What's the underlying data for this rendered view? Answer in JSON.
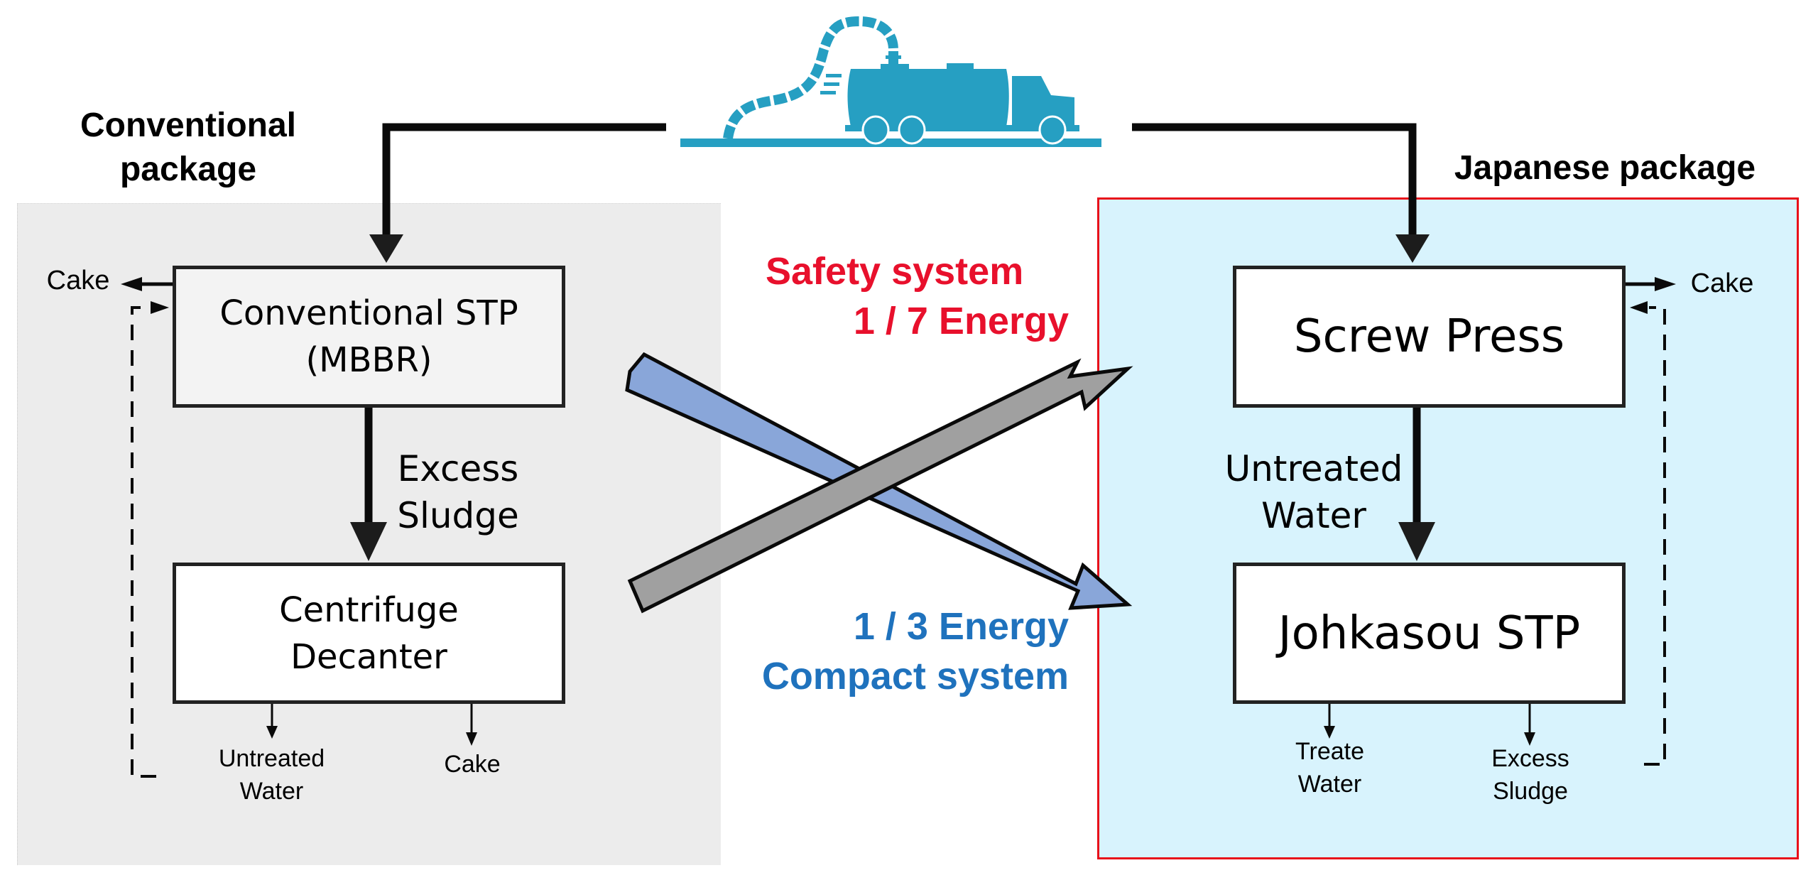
{
  "diagram": {
    "source": {
      "icon": "vacuum-truck-icon",
      "color": "#269fc2"
    },
    "conventional": {
      "title_line1": "Conventional",
      "title_line2": "package",
      "panel_color": "#ececec",
      "stp_box_line1": "Conventional STP",
      "stp_box_line2": "(MBBR)",
      "flow_label_line1": "Excess",
      "flow_label_line2": "Sludge",
      "decanter_box_line1": "Centrifuge",
      "decanter_box_line2": "Decanter",
      "cake_out_top": "Cake",
      "output_left_line1": "Untreated",
      "output_left_line2": "Water",
      "output_right": "Cake"
    },
    "japanese": {
      "title": "Japanese package",
      "panel_color": "#d8f3fd",
      "border_color": "#e8101a",
      "press_box": "Screw Press",
      "flow_label_line1": "Untreated",
      "flow_label_line2": "Water",
      "johkasou_box": "Johkasou STP",
      "cake_out_top": "Cake",
      "output_left_line1": "Treate",
      "output_left_line2": "Water",
      "output_right_line1": "Excess",
      "output_right_line2": "Sludge"
    },
    "comparison": {
      "safety_line1": "Safety system",
      "safety_line2": "1 / 7 Energy",
      "safety_color": "#e8102c",
      "compact_line1": "1 / 3 Energy",
      "compact_line2": "Compact system",
      "compact_color": "#1f72bd",
      "arrow_to_japanese_color": "#a0a0a0",
      "arrow_to_conventional_color": "#89a6d9"
    }
  }
}
